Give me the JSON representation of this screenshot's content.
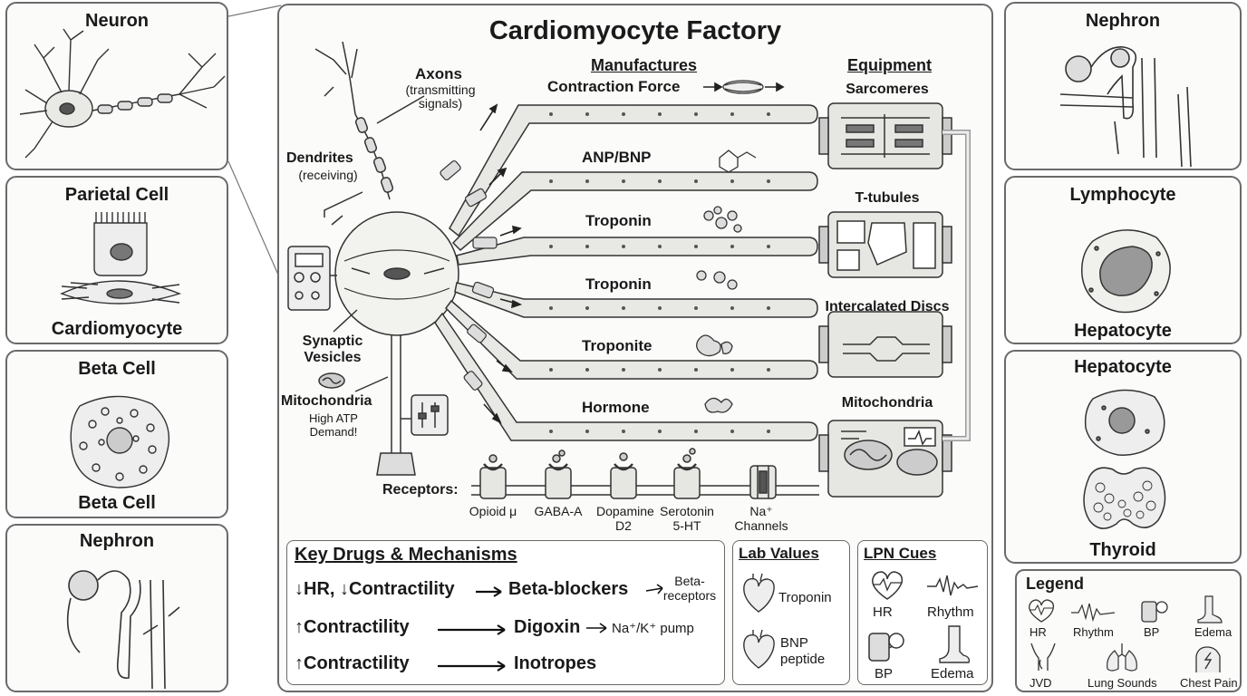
{
  "left_panels": [
    {
      "title": "Neuron"
    },
    {
      "title": "Parietal Cell",
      "subtitle": "Cardiomyocyte"
    },
    {
      "title": "Beta Cell",
      "subtitle": "Beta Cell"
    },
    {
      "title": "Nephron"
    }
  ],
  "right_panels": [
    {
      "title": "Nephron"
    },
    {
      "title": "Lymphocyte",
      "subtitle": "Hepatocyte"
    },
    {
      "title": "Hepatocyte",
      "subtitle": "Thyroid"
    }
  ],
  "main": {
    "title": "Cardiomyocyte Factory",
    "manufactures_header": "Manufactures",
    "equipment_header": "Equipment",
    "neuron_labels": {
      "axons": "Axons",
      "axons_sub": "(transmitting signals)",
      "dendrites": "Dendrites",
      "dendrites_sub": "(receiving)",
      "synaptic": "Synaptic Vesicles",
      "mito": "Mitochondria",
      "mito_sub1": "High ATP",
      "mito_sub2": "Demand!"
    },
    "belts": [
      "Contraction Force",
      "ANP/BNP",
      "Troponin",
      "Troponin",
      "Troponite",
      "Hormone"
    ],
    "equipment": [
      "Sarcomeres",
      "T-tubules",
      "Intercalated Discs",
      "Mitochondria"
    ],
    "receptors_label": "Receptors:",
    "receptors": [
      "Opioid μ",
      "GABA-A",
      "Dopamine D2",
      "Serotonin 5-HT",
      "Na⁺ Channels"
    ]
  },
  "drugs": {
    "title": "Key Drugs & Mechanisms",
    "rows": [
      {
        "effect": "↓HR, ↓Contractility",
        "drug": "Beta-blockers",
        "target": "Beta-receptors"
      },
      {
        "effect": "↑Contractility",
        "drug": "Digoxin",
        "target": "Na⁺/K⁺ pump"
      },
      {
        "effect": "↑Contractility",
        "drug": "Inotropes",
        "target": ""
      }
    ]
  },
  "lab": {
    "title": "Lab Values",
    "items": [
      "Troponin",
      "BNP peptide"
    ]
  },
  "lpn": {
    "title": "LPN Cues",
    "items": [
      "HR",
      "Rhythm",
      "BP",
      "Edema"
    ]
  },
  "legend": {
    "title": "Legend",
    "items": [
      "HR",
      "Rhythm",
      "BP",
      "Edema",
      "JVD",
      "Lung Sounds",
      "Chest Pain"
    ]
  }
}
